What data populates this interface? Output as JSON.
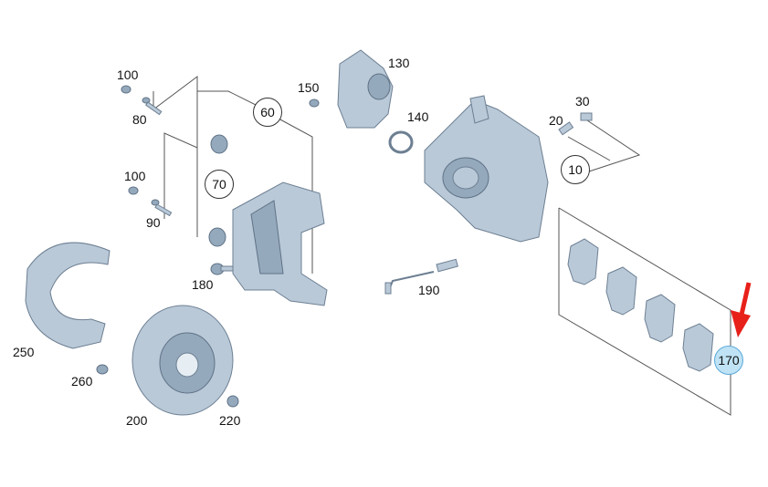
{
  "diagram": {
    "labels": {
      "l100a": "100",
      "l80": "80",
      "l150": "150",
      "l130": "130",
      "l140": "140",
      "l30": "30",
      "l20": "20",
      "l100b": "100",
      "l90": "90",
      "l190": "190",
      "l180": "180",
      "l250": "250",
      "l260": "260",
      "l200": "200",
      "l220": "220"
    },
    "callouts": {
      "c60": "60",
      "c70": "70",
      "c10": "10",
      "c170": "170"
    },
    "highlight_color": "#bfe3f5",
    "arrow_color": "#e8201a"
  }
}
